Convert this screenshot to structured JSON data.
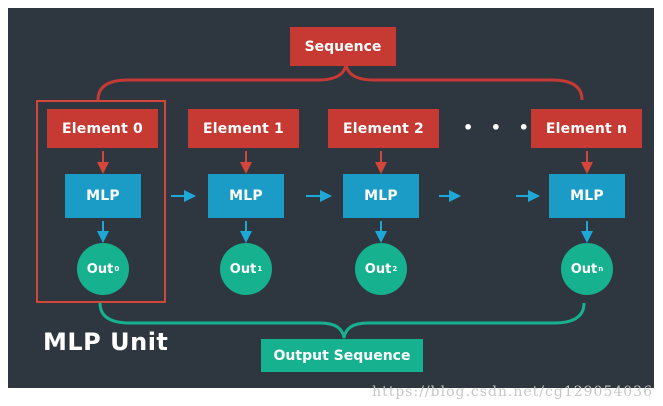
{
  "sequence_label": "Sequence",
  "output_sequence_label": "Output Sequence",
  "unit_label": "MLP Unit",
  "ellipsis": "• • •",
  "elements": [
    "Element 0",
    "Element 1",
    "Element 2",
    "Element n"
  ],
  "mlp_labels": [
    "MLP",
    "MLP",
    "MLP",
    "MLP"
  ],
  "outputs": [
    {
      "base": "Out",
      "sub": "0"
    },
    {
      "base": "Out",
      "sub": "1"
    },
    {
      "base": "Out",
      "sub": "2"
    },
    {
      "base": "Out",
      "sub": "n"
    }
  ],
  "watermark": "https://blog.csdn.net/cg129054036",
  "colors": {
    "background": "#2e3740",
    "element": "#c63a33",
    "mlp": "#1a9cc7",
    "output": "#16b18f",
    "unit_frame": "#d4453a",
    "connector": "#1ea8d8"
  }
}
